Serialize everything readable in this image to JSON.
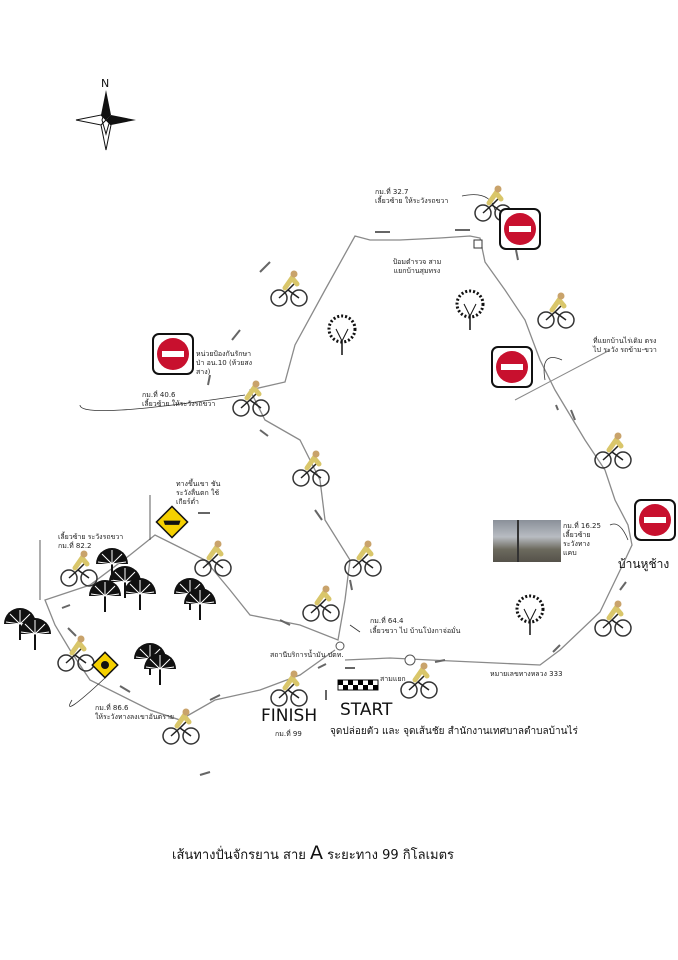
{
  "compass": {
    "north_label": "N"
  },
  "title": {
    "prefix": "เส้นทางปั่นจักรยาน สาย",
    "route_letter": "A",
    "suffix": "ระยะทาง 99 กิโลเมตร"
  },
  "start": {
    "start_label": "START",
    "finish_label": "FINISH",
    "finish_km": "กม.ที่ 99",
    "start_note": "จุดปล่อยตัว และ จุดเส้นชัย สำนักงานเทศบาลตำบลบ้านไร่"
  },
  "places": {
    "ban_hu_chang": "บ้านหูช้าง",
    "fuel_station": "สถานีบริการน้ำมัน ปตท.",
    "intersection": "สามแยก",
    "highway": "หมายเลขทางหลวง 333",
    "checkpoint_top": "ป้อมตำรวจ สามแยกบ้านสุมทรง",
    "forest_unit": "หน่วยป้องกันรักษาป่า อน.10 (ห้วยสงสาง)",
    "junction_right": "ที่แยกบ้านไร่เดิม ตรงไป ระวัง รถข้าม-ขวา"
  },
  "checkpoints": [
    {
      "km": "กม.ที่ 16.25",
      "note": "เลี้ยวซ้าย ระวังทางแคบ"
    },
    {
      "km": "กม.ที่ 32.7",
      "note": "เลี้ยวซ้าย ให้ระวังรถขวา"
    },
    {
      "km": "กม.ที่ 40.6",
      "note": "เลี้ยวซ้าย ให้ระวังรถขวา"
    },
    {
      "km": "กม.ที่ 64.4",
      "note": "เลี้ยวขวา ไป บ้านโป่งกาจ่อมั่น"
    },
    {
      "km": "กม.ที่ 82.2",
      "note": "เลี้ยวซ้าย ระวังรถขวา"
    },
    {
      "km": "กม.ที่ 86.6",
      "note": "ให้ระวังทางลงเขาอันตราย"
    }
  ],
  "warnings": {
    "steep_hill": "ทางขึ้นเขา ชัน ระวังลื่นตก ใช้เกียร์ต่ำ"
  },
  "colors": {
    "route": "#8a8a8a",
    "no_entry": "#c8102e",
    "warning": "#f5d000"
  }
}
